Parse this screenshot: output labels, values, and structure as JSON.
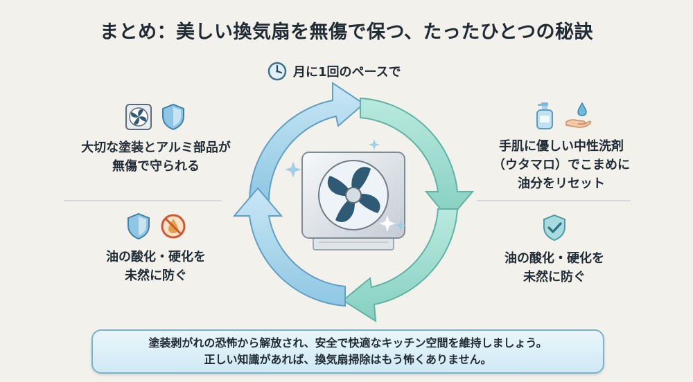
{
  "title": "まとめ：美しい換気扇を無傷で保つ、たったひとつの秘訣",
  "pace": {
    "label": "月に1回のペースで",
    "icon": "clock-icon"
  },
  "center": {
    "icon": "ventilation-fan-icon"
  },
  "top_left": {
    "lines": [
      "大切な塗装とアルミ部品が",
      "無傷で守られる"
    ],
    "icons": [
      "fan-filter-icon",
      "shield-icon"
    ]
  },
  "bottom_left": {
    "lines": [
      "油の酸化・硬化を",
      "未然に防ぐ"
    ],
    "icons": [
      "shield-icon",
      "no-oil-icon"
    ]
  },
  "top_right": {
    "lines": [
      "手肌に優しい中性洗剤",
      "（ウタマロ）でこまめに",
      "油分をリセット"
    ],
    "icons": [
      "soap-bottle-icon",
      "hand-drop-icon"
    ]
  },
  "bottom_right": {
    "lines": [
      "油の酸化・硬化を",
      "未然に防ぐ"
    ],
    "icons": [
      "check-shield-icon"
    ]
  },
  "banner": {
    "lines": [
      "塗装剥がれの恐怖から解放され、安全で快適なキッチン空間を維持しましょう。",
      "正しい知識があれば、換気扇掃除はもう怖くありません。"
    ]
  },
  "colors": {
    "arrow_blue": "#a9d6ec",
    "arrow_teal": "#9fdccf",
    "shield": "#6fb0d6",
    "banner_border": "#79b2cd",
    "text": "#1f2a33",
    "background": "#f3f1ec"
  }
}
